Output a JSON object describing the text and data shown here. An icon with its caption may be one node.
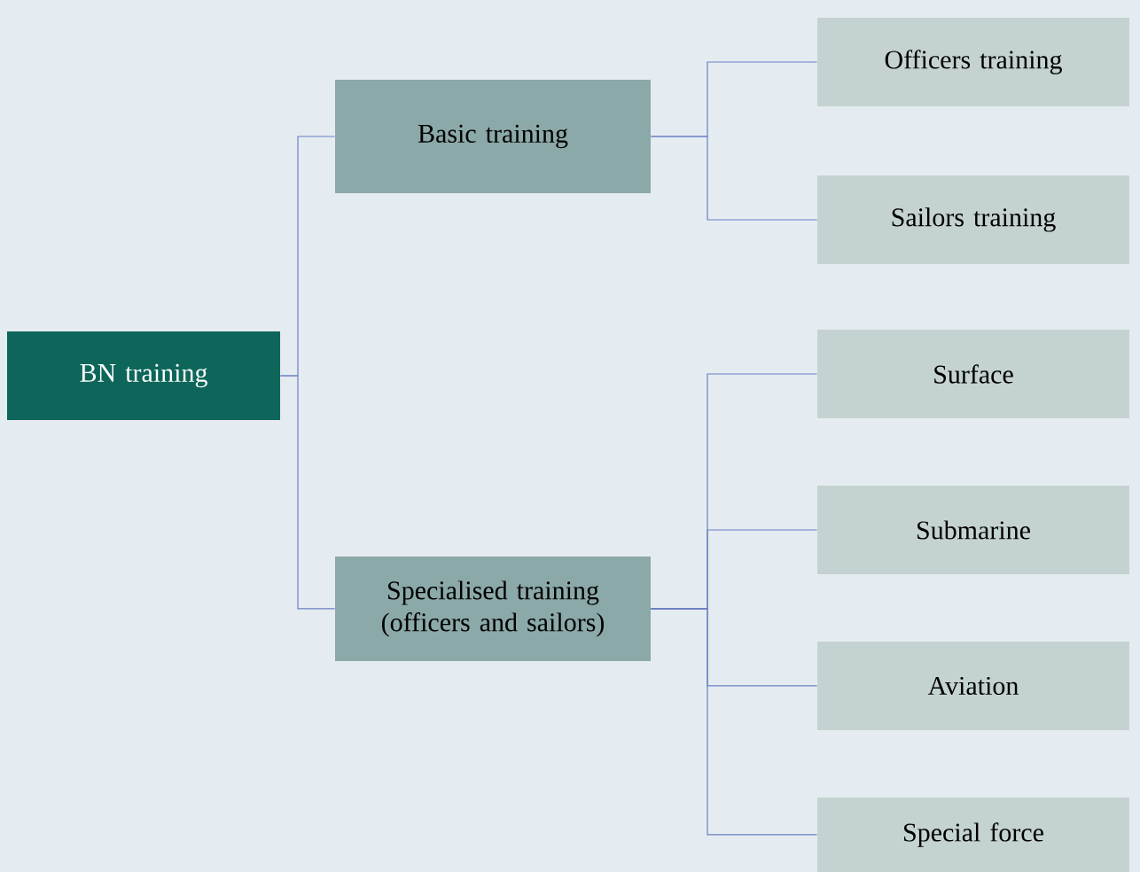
{
  "diagram": {
    "nodes": [
      {
        "text": [
          "BN training"
        ]
      },
      {
        "text": [
          "Basic training"
        ]
      },
      {
        "text": [
          "Specialised training (officers and sailors)"
        ]
      },
      {
        "text": [
          "Officers training"
        ]
      },
      {
        "text": [
          "Sailors training"
        ]
      },
      {
        "text": [
          "Surface"
        ]
      },
      {
        "text": [
          "Submarine"
        ]
      },
      {
        "text": [
          "Aviation"
        ]
      },
      {
        "text": [
          "Special force"
        ]
      }
    ],
    "edges": [
      {
        "from": 0,
        "to": 1,
        "arrow": "none"
      },
      {
        "from": 0,
        "to": 2,
        "arrow": "none"
      },
      {
        "from": 1,
        "to": 3,
        "arrow": "none"
      },
      {
        "from": 1,
        "to": 4,
        "arrow": "none"
      },
      {
        "from": 2,
        "to": 5,
        "arrow": "none"
      },
      {
        "from": 2,
        "to": 6,
        "arrow": "none"
      },
      {
        "from": 2,
        "to": 7,
        "arrow": "none"
      },
      {
        "from": 2,
        "to": 8,
        "arrow": "none"
      }
    ]
  }
}
